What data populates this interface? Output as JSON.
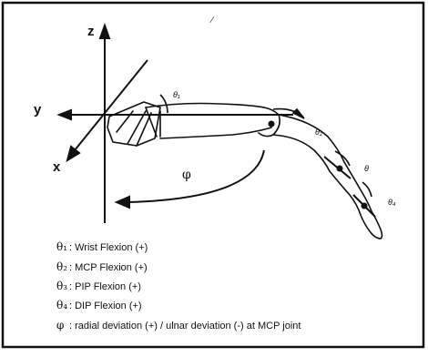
{
  "axes": {
    "z": "z",
    "y": "y",
    "x": "x"
  },
  "angles": {
    "wrist": "θ₁",
    "mcp": "θ₂",
    "pip": "θ",
    "dip": "θ₄",
    "deviation": "φ"
  },
  "stray_mark": "⁄",
  "legend": [
    {
      "symbol": "θ₁",
      "text": ": Wrist Flexion (+)"
    },
    {
      "symbol": "θ₂",
      "text": ": MCP Flexion (+)"
    },
    {
      "symbol": "θ₃",
      "text": ": PIP Flexion (+)"
    },
    {
      "symbol": "θ₄",
      "text": ": DIP Flexion (+)"
    },
    {
      "symbol": "φ",
      "text": ": radial deviation (+) / ulnar deviation (-) at MCP joint"
    }
  ],
  "colors": {
    "ink": "#111111",
    "background": "#ffffff"
  }
}
